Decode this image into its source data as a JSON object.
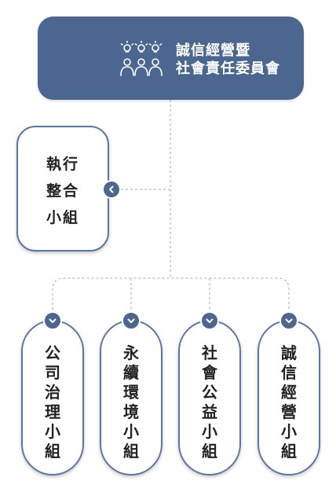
{
  "colors": {
    "primary": "#4b668f",
    "border": "#5c76a4",
    "connector": "#aaaaaa"
  },
  "committee": {
    "line1": "誠信經營暨",
    "line2": "社會責任委員會",
    "icon": "committee-people-icon"
  },
  "executive_group": {
    "label_lines": [
      "執行",
      "整合",
      "小組"
    ],
    "connector_icon": "chevron-left-icon"
  },
  "subgroups": [
    {
      "chars": [
        "公",
        "司",
        "治",
        "理",
        "小",
        "組"
      ],
      "connector_icon": "chevron-down-icon"
    },
    {
      "chars": [
        "永",
        "續",
        "環",
        "境",
        "小",
        "組"
      ],
      "connector_icon": "chevron-down-icon"
    },
    {
      "chars": [
        "社",
        "會",
        "公",
        "益",
        "小",
        "組"
      ],
      "connector_icon": "chevron-down-icon"
    },
    {
      "chars": [
        "誠",
        "信",
        "經",
        "營",
        "小",
        "組"
      ],
      "connector_icon": "chevron-down-icon"
    }
  ]
}
